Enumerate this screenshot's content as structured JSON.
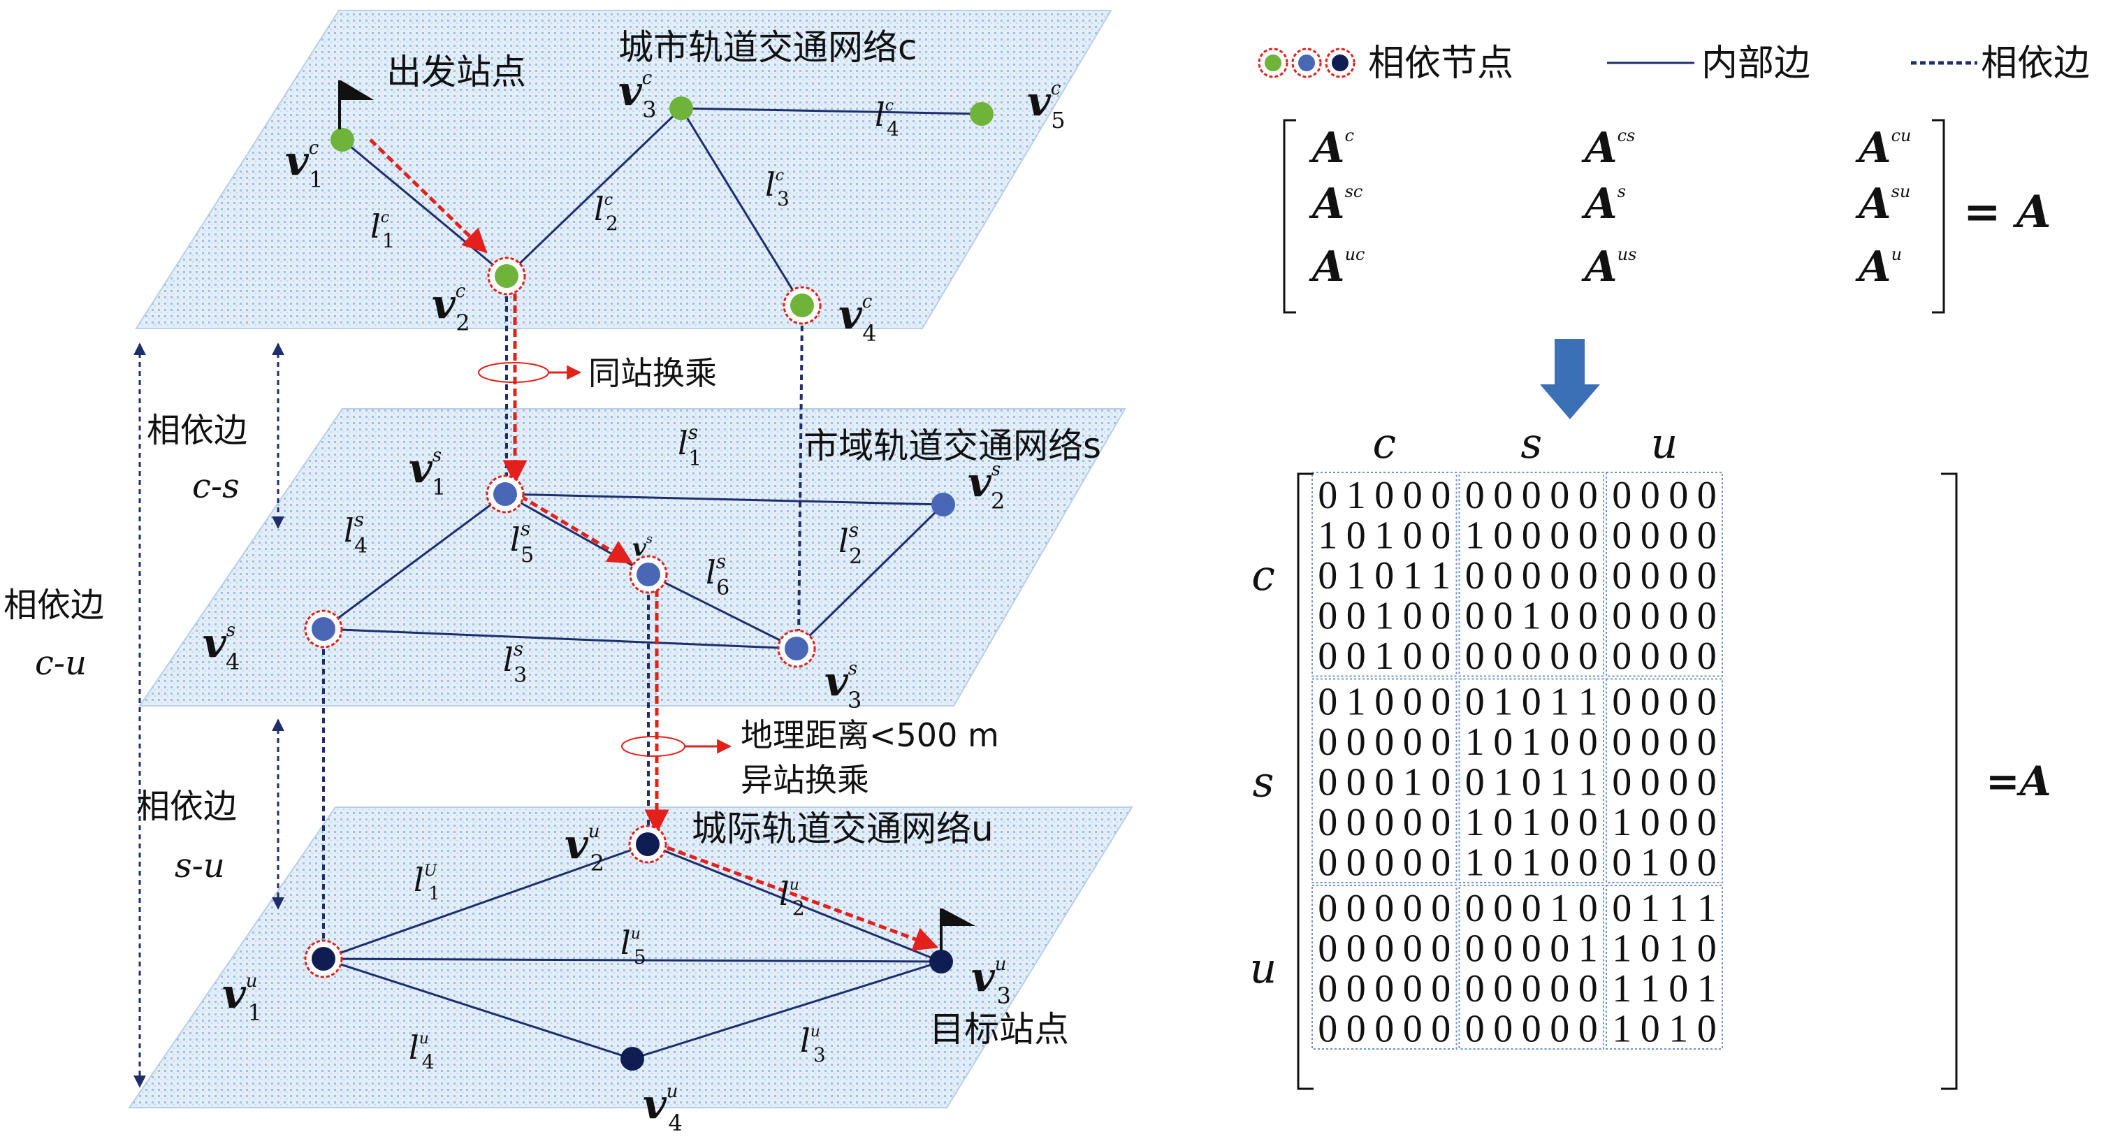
{
  "colors": {
    "plane_fill": "#dce9f7",
    "plane_stroke": "#b7cfe8",
    "edge_internal": "#1f2d6b",
    "edge_dependent": "#1f2d6b",
    "highlight_arrow": "#e3201b",
    "node_c": "#6fb33a",
    "node_s": "#4a67b6",
    "node_u": "#101d52",
    "block_arrow": "#3b6fb6",
    "matrix_grid": "#6f93c7"
  },
  "networks": {
    "c": {
      "title": "城市轨道交通网络c"
    },
    "s": {
      "title": "市域轨道交通网络s"
    },
    "u": {
      "title": "城际轨道交通网络u"
    }
  },
  "labels": {
    "start_station": "出发站点",
    "target_station": "目标站点",
    "same_station_transfer": "同站换乘",
    "distance_rule": "地理距离<500 m",
    "diff_station_transfer": "异站换乘",
    "dep_cs_title": "相依边",
    "dep_cs_sub": "c-s",
    "dep_su_title": "相依边",
    "dep_su_sub": "s-u",
    "dep_cu_title": "相依边",
    "dep_cu_sub": "c-u"
  },
  "node_labels": {
    "c": [
      {
        "v": "v",
        "sup": "c",
        "sub": "1"
      },
      {
        "v": "v",
        "sup": "c",
        "sub": "2"
      },
      {
        "v": "v",
        "sup": "c",
        "sub": "3"
      },
      {
        "v": "v",
        "sup": "c",
        "sub": "4"
      },
      {
        "v": "v",
        "sup": "c",
        "sub": "5"
      }
    ],
    "s": [
      {
        "v": "v",
        "sup": "s",
        "sub": "1"
      },
      {
        "v": "v",
        "sup": "s",
        "sub": "2"
      },
      {
        "v": "v",
        "sup": "s",
        "sub": "3"
      },
      {
        "v": "v",
        "sup": "s",
        "sub": "4"
      },
      {
        "v": "v",
        "sup": "s",
        "sub": ""
      }
    ],
    "u": [
      {
        "v": "v",
        "sup": "u",
        "sub": "1"
      },
      {
        "v": "v",
        "sup": "u",
        "sub": "2"
      },
      {
        "v": "v",
        "sup": "u",
        "sub": "3"
      },
      {
        "v": "v",
        "sup": "u",
        "sub": "4"
      }
    ]
  },
  "edge_labels": {
    "c": [
      {
        "l": "l",
        "sup": "c",
        "sub": "1"
      },
      {
        "l": "l",
        "sup": "c",
        "sub": "2"
      },
      {
        "l": "l",
        "sup": "c",
        "sub": "3"
      },
      {
        "l": "l",
        "sup": "c",
        "sub": "4"
      }
    ],
    "s": [
      {
        "l": "l",
        "sup": "s",
        "sub": "1"
      },
      {
        "l": "l",
        "sup": "s",
        "sub": "2"
      },
      {
        "l": "l",
        "sup": "s",
        "sub": "3"
      },
      {
        "l": "l",
        "sup": "s",
        "sub": "4"
      },
      {
        "l": "l",
        "sup": "s",
        "sub": "5"
      },
      {
        "l": "l",
        "sup": "s",
        "sub": "6"
      }
    ],
    "u": [
      {
        "l": "l",
        "sup": "U",
        "sub": "1"
      },
      {
        "l": "l",
        "sup": "u",
        "sub": "2"
      },
      {
        "l": "l",
        "sup": "u",
        "sub": "3"
      },
      {
        "l": "l",
        "sup": "u",
        "sub": "4"
      },
      {
        "l": "l",
        "sup": "u",
        "sub": "5"
      }
    ]
  },
  "legend": {
    "dependent_nodes": "相依节点",
    "internal_edge": "内部边",
    "dependent_edge": "相依边"
  },
  "block_matrix": {
    "rows": [
      [
        {
          "base": "A",
          "sup": "c"
        },
        {
          "base": "A",
          "sup": "cs"
        },
        {
          "base": "A",
          "sup": "cu"
        }
      ],
      [
        {
          "base": "A",
          "sup": "sc"
        },
        {
          "base": "A",
          "sup": "s"
        },
        {
          "base": "A",
          "sup": "su"
        }
      ],
      [
        {
          "base": "A",
          "sup": "uc"
        },
        {
          "base": "A",
          "sup": "us"
        },
        {
          "base": "A",
          "sup": "u"
        }
      ]
    ],
    "equals": "= A"
  },
  "matrix": {
    "col_groups": [
      "c",
      "s",
      "u"
    ],
    "row_groups": [
      "c",
      "s",
      "u"
    ],
    "group_sizes": [
      5,
      5,
      4
    ],
    "equals": "=A",
    "rows": [
      [
        0,
        1,
        0,
        0,
        0,
        0,
        0,
        0,
        0,
        0,
        0,
        0,
        0,
        0
      ],
      [
        1,
        0,
        1,
        0,
        0,
        1,
        0,
        0,
        0,
        0,
        0,
        0,
        0,
        0
      ],
      [
        0,
        1,
        0,
        1,
        1,
        0,
        0,
        0,
        0,
        0,
        0,
        0,
        0,
        0
      ],
      [
        0,
        0,
        1,
        0,
        0,
        0,
        0,
        1,
        0,
        0,
        0,
        0,
        0,
        0
      ],
      [
        0,
        0,
        1,
        0,
        0,
        0,
        0,
        0,
        0,
        0,
        0,
        0,
        0,
        0
      ],
      [
        0,
        1,
        0,
        0,
        0,
        0,
        1,
        0,
        1,
        1,
        0,
        0,
        0,
        0
      ],
      [
        0,
        0,
        0,
        0,
        0,
        1,
        0,
        1,
        0,
        0,
        0,
        0,
        0,
        0
      ],
      [
        0,
        0,
        0,
        1,
        0,
        0,
        1,
        0,
        1,
        1,
        0,
        0,
        0,
        0
      ],
      [
        0,
        0,
        0,
        0,
        0,
        1,
        0,
        1,
        0,
        0,
        1,
        0,
        0,
        0
      ],
      [
        0,
        0,
        0,
        0,
        0,
        1,
        0,
        1,
        0,
        0,
        0,
        1,
        0,
        0
      ],
      [
        0,
        0,
        0,
        0,
        0,
        0,
        0,
        0,
        1,
        0,
        0,
        1,
        1,
        1
      ],
      [
        0,
        0,
        0,
        0,
        0,
        0,
        0,
        0,
        0,
        1,
        1,
        0,
        1,
        0
      ],
      [
        0,
        0,
        0,
        0,
        0,
        0,
        0,
        0,
        0,
        0,
        1,
        1,
        0,
        1
      ],
      [
        0,
        0,
        0,
        0,
        0,
        0,
        0,
        0,
        0,
        0,
        1,
        0,
        1,
        0
      ]
    ]
  }
}
